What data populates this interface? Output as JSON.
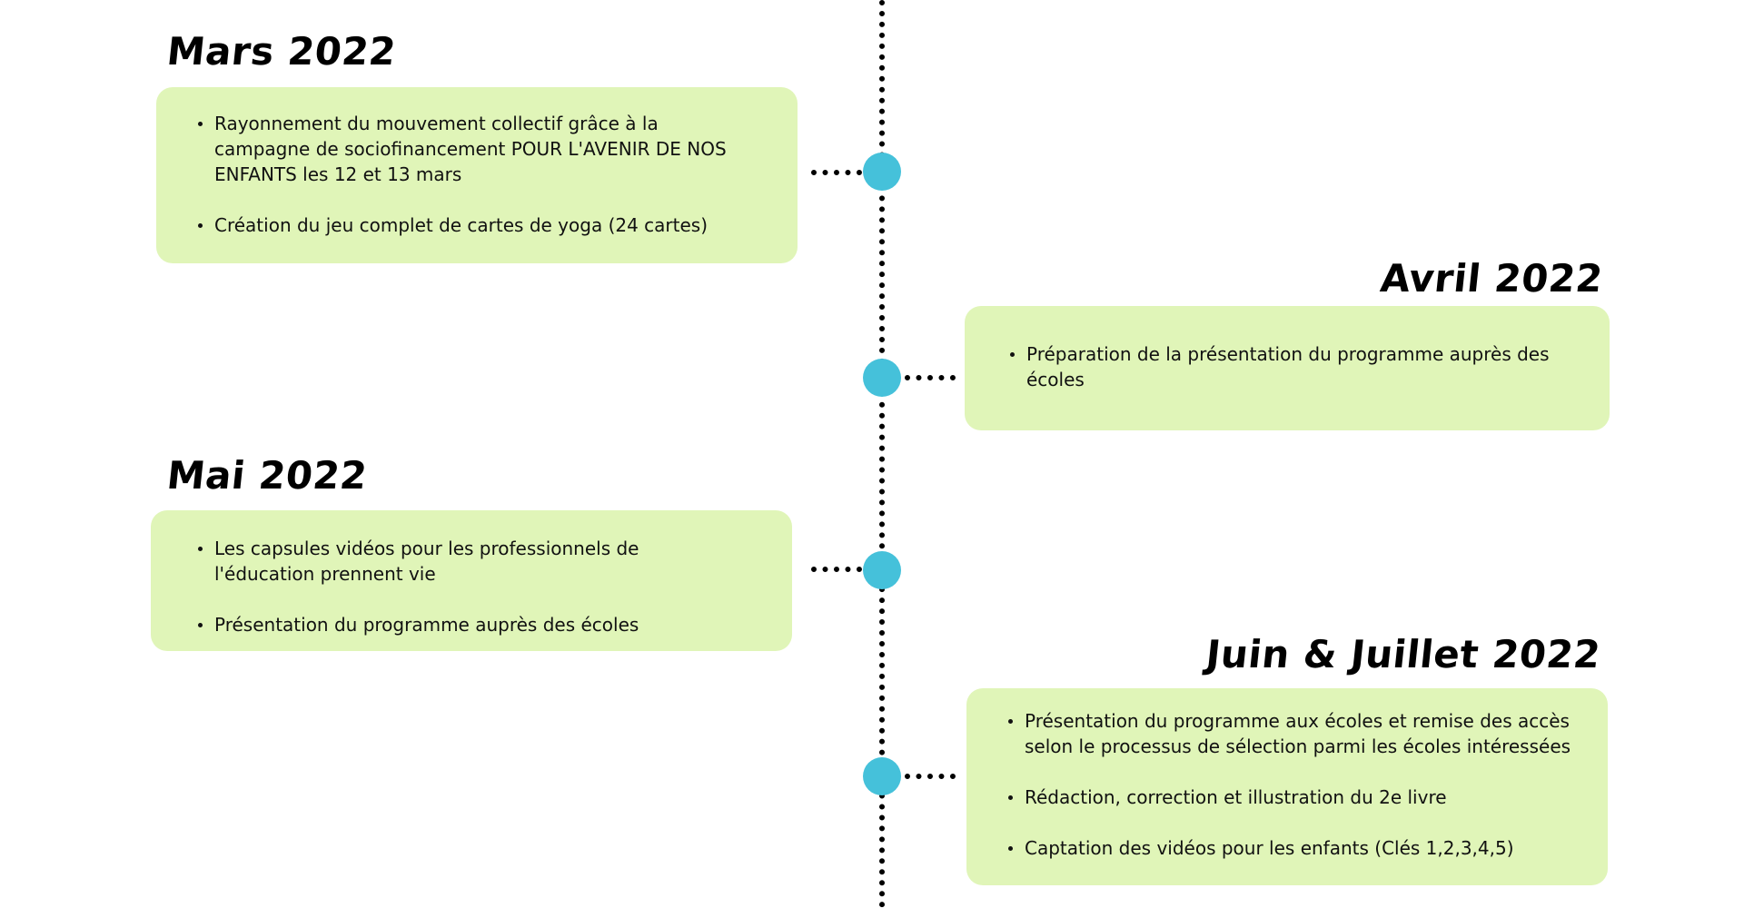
{
  "colors": {
    "card_background": "#e0f5b8",
    "node": "#45c1da",
    "line": "#000000"
  },
  "timeline": [
    {
      "title": "Mars 2022",
      "side": "left",
      "items": [
        "Rayonnement du mouvement collectif grâce à la campagne de sociofinancement POUR L'AVENIR DE NOS ENFANTS les 12 et 13 mars",
        "Création du jeu complet de cartes de yoga (24 cartes)"
      ]
    },
    {
      "title": "Avril 2022",
      "side": "right",
      "items": [
        "Préparation de la présentation du programme auprès des écoles"
      ]
    },
    {
      "title": "Mai 2022",
      "side": "left",
      "items": [
        "Les capsules vidéos pour les professionnels de l'éducation prennent vie",
        "Présentation du programme auprès des écoles"
      ]
    },
    {
      "title": "Juin & Juillet 2022",
      "side": "right",
      "items": [
        "Présentation du programme aux écoles et remise des accès selon le processus de sélection parmi les écoles intéressées",
        "Rédaction, correction et illustration du 2e livre",
        "Captation des vidéos pour les enfants (Clés 1,2,3,4,5)"
      ]
    }
  ]
}
